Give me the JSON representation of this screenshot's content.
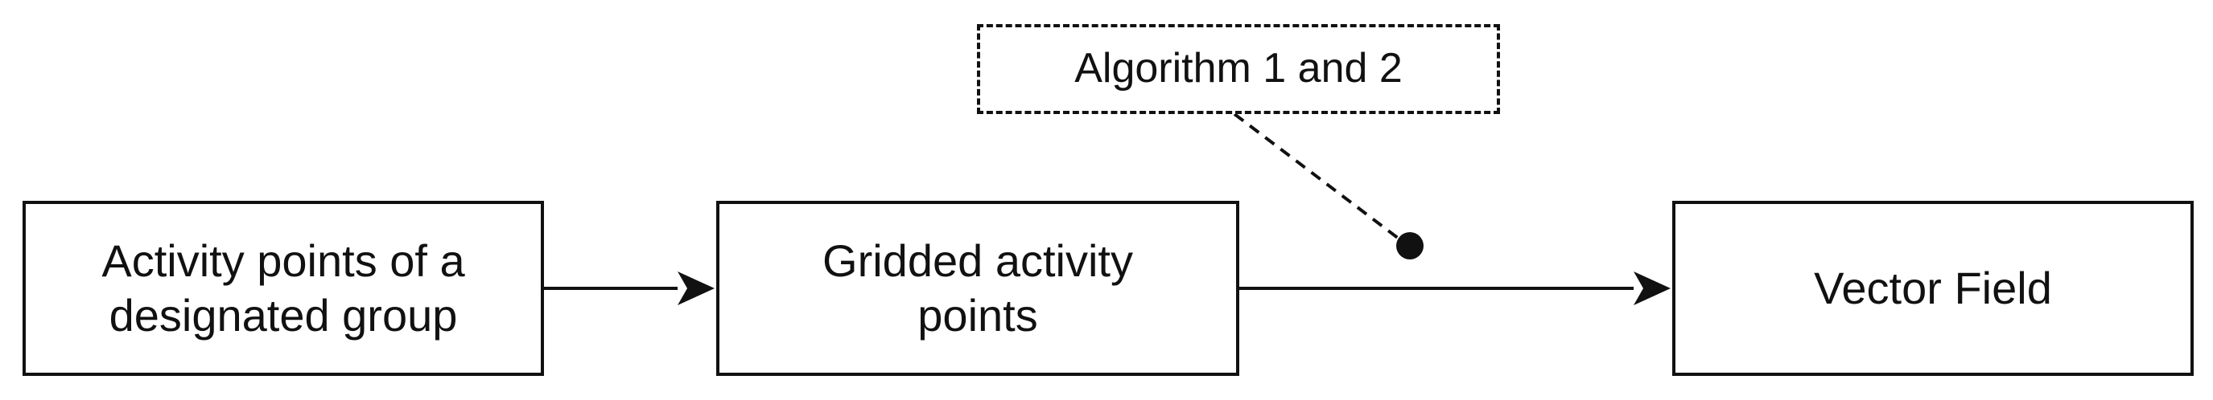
{
  "diagram": {
    "nodes": {
      "activity_points": {
        "line1": "Activity points of a",
        "line2": "designated group"
      },
      "gridded_points": {
        "line1": "Gridded activity",
        "line2": "points"
      },
      "vector_field": {
        "label": "Vector Field"
      },
      "algorithm_note": {
        "label": "Algorithm 1 and 2"
      }
    },
    "colors": {
      "stroke": "#111111",
      "background": "#ffffff"
    }
  }
}
